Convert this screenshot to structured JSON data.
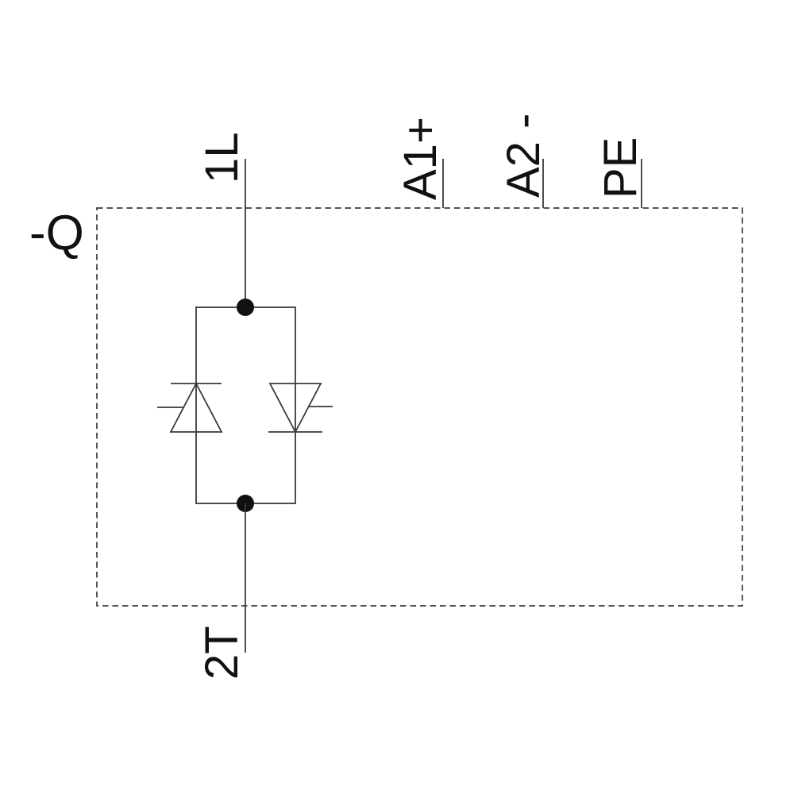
{
  "schematic": {
    "device_label": "-Q",
    "terminals": {
      "line_in": "1L",
      "load_out": "2T",
      "control_plus": "A1+",
      "control_minus": "A2 -",
      "earth": "PE"
    },
    "colors": {
      "ink": "#111111",
      "line": "#3a3a3a",
      "bg": "#ffffff"
    }
  }
}
